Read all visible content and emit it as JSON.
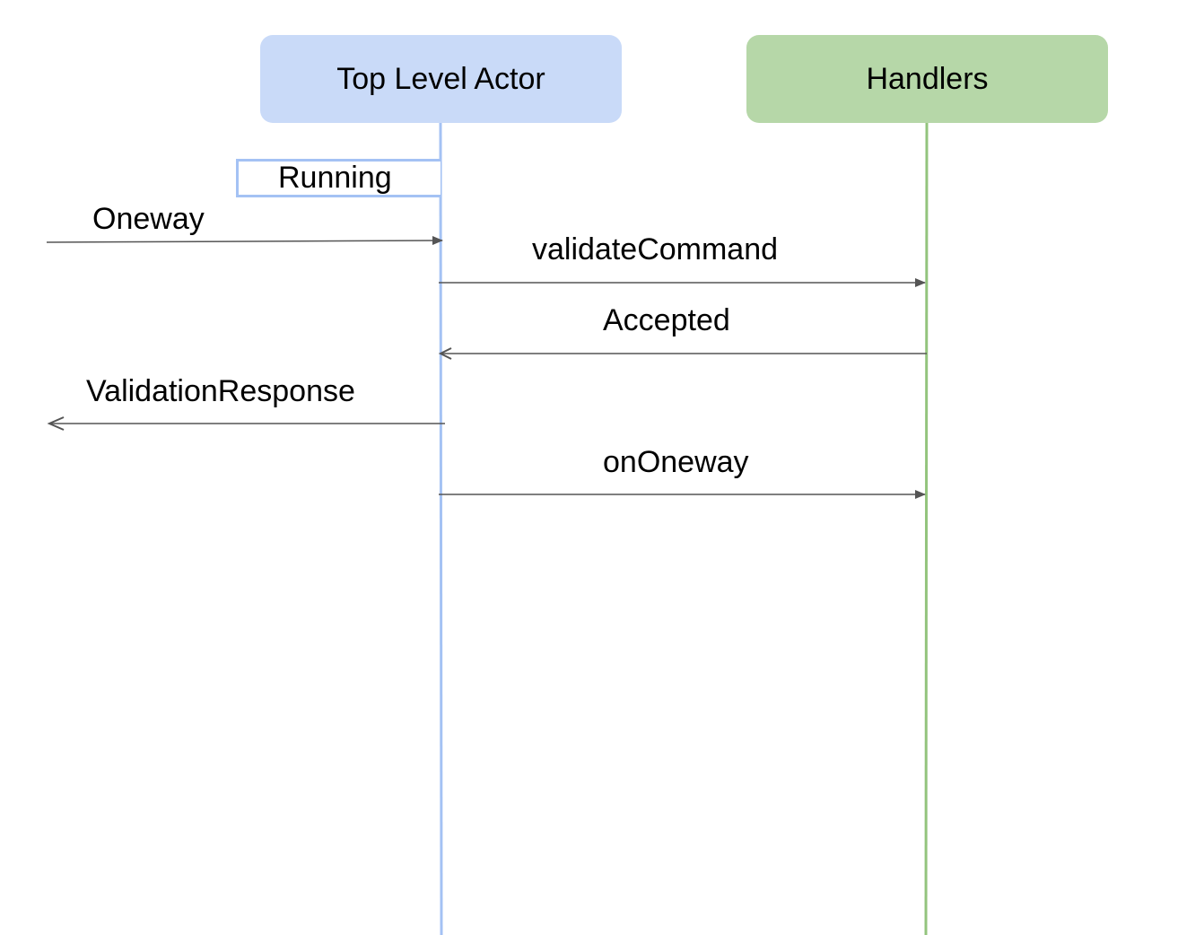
{
  "actors": [
    {
      "label": "Top Level Actor",
      "fill": "#c9daf8",
      "lifeline": "#a4c2f4"
    },
    {
      "label": "Handlers",
      "fill": "#b6d7a8",
      "lifeline": "#93c47d"
    }
  ],
  "state": {
    "label": "Running"
  },
  "messages": [
    {
      "label": "Oneway",
      "from": "external",
      "to": "Top Level Actor"
    },
    {
      "label": "validateCommand",
      "from": "Top Level Actor",
      "to": "Handlers"
    },
    {
      "label": "Accepted",
      "from": "Handlers",
      "to": "Top Level Actor"
    },
    {
      "label": "ValidationResponse",
      "from": "Top Level Actor",
      "to": "external"
    },
    {
      "label": "onOneway",
      "from": "Top Level Actor",
      "to": "Handlers"
    }
  ],
  "colors": {
    "arrow": "#555555",
    "text": "#000000"
  }
}
